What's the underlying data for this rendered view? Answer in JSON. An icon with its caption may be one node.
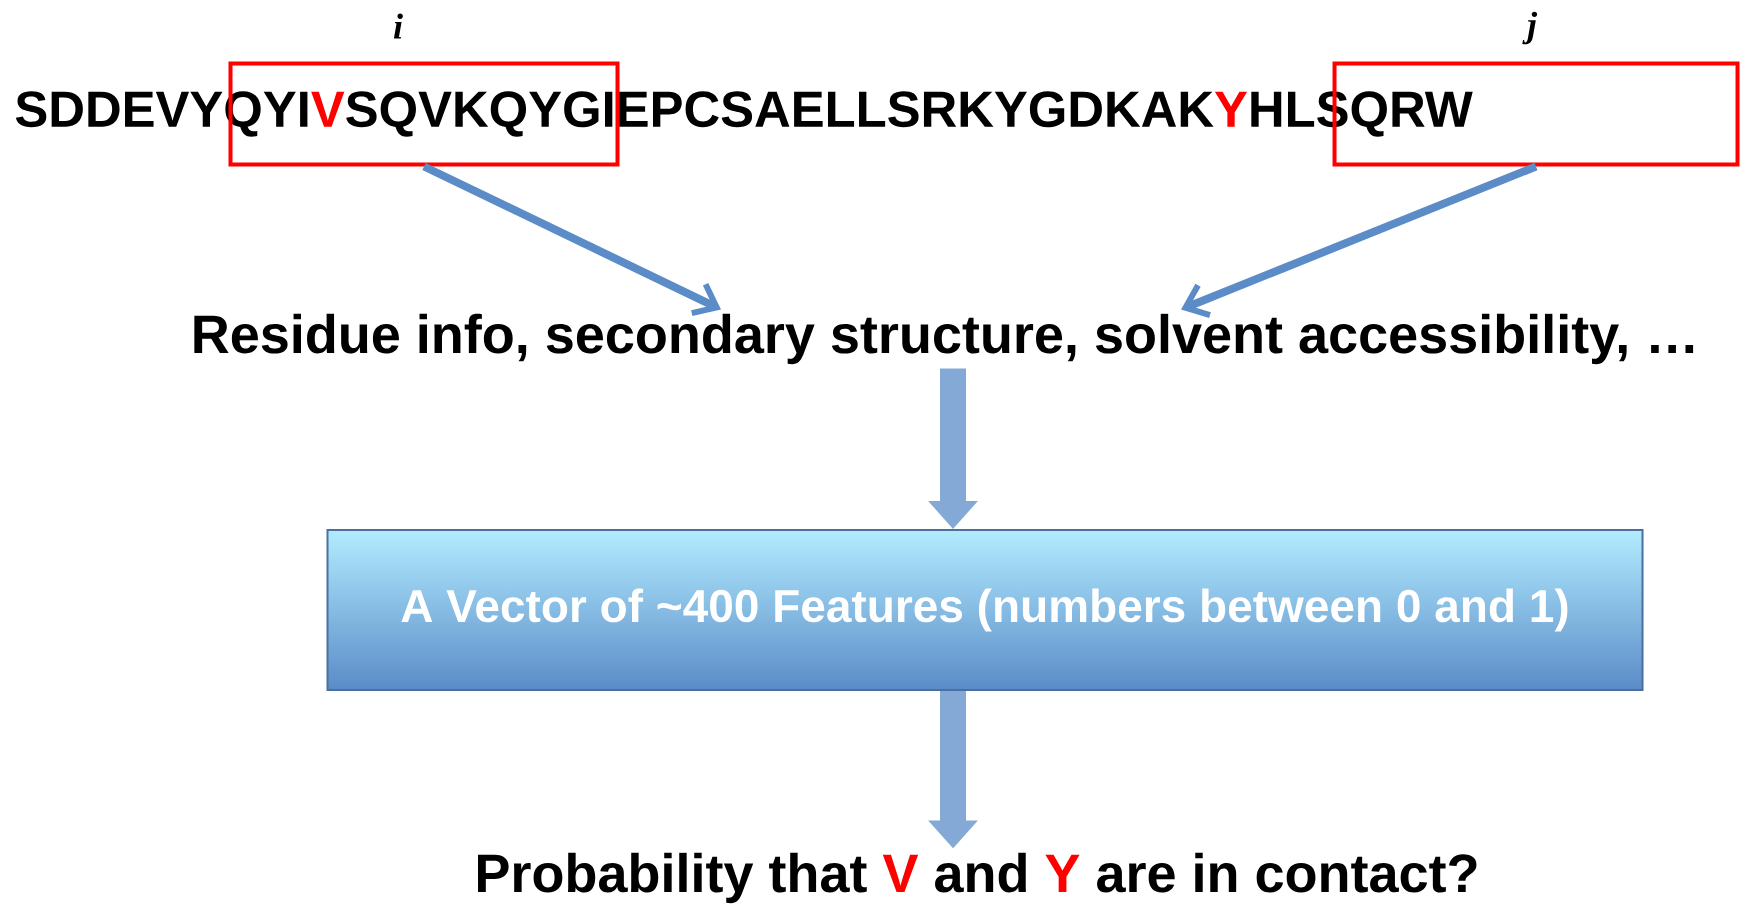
{
  "diagram": {
    "nodes": [
      {
        "text": [],
        "shape": "box",
        "beside": [
          "i"
        ]
      },
      {
        "text": [],
        "shape": "box",
        "beside": [
          "j"
        ]
      },
      {
        "text": [
          "Residue info, secondary structure, solvent accessibility, …"
        ]
      },
      {
        "text": [
          "A Vector of ~400 Features (numbers between 0 and 1)"
        ]
      },
      {
        "text": [
          "Probability that",
          "V",
          "and",
          "Y",
          "are in contact?"
        ]
      }
    ],
    "edges": [
      {
        "from": 0,
        "to": 2,
        "arrow": "to"
      },
      {
        "from": 1,
        "to": 2,
        "arrow": "to"
      },
      {
        "from": 2,
        "to": 3,
        "arrow": "to",
        "style": "thick"
      },
      {
        "from": 3,
        "to": 4,
        "arrow": "to",
        "style": "thick"
      }
    ],
    "labels": [
      "SDDEVYQYI",
      "V",
      "SQVKQYGIEPCSAELLSRKYGDKAK",
      "Y",
      "HLSQRW"
    ]
  }
}
